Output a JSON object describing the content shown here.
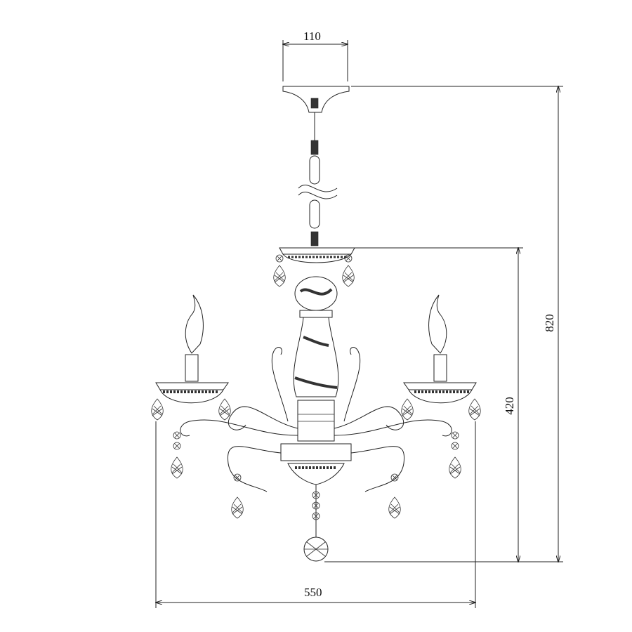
{
  "drawing": {
    "subject": "chandelier",
    "dimensions": {
      "canopy_width": "110",
      "total_height": "820",
      "body_height": "420",
      "overall_width": "550"
    }
  }
}
